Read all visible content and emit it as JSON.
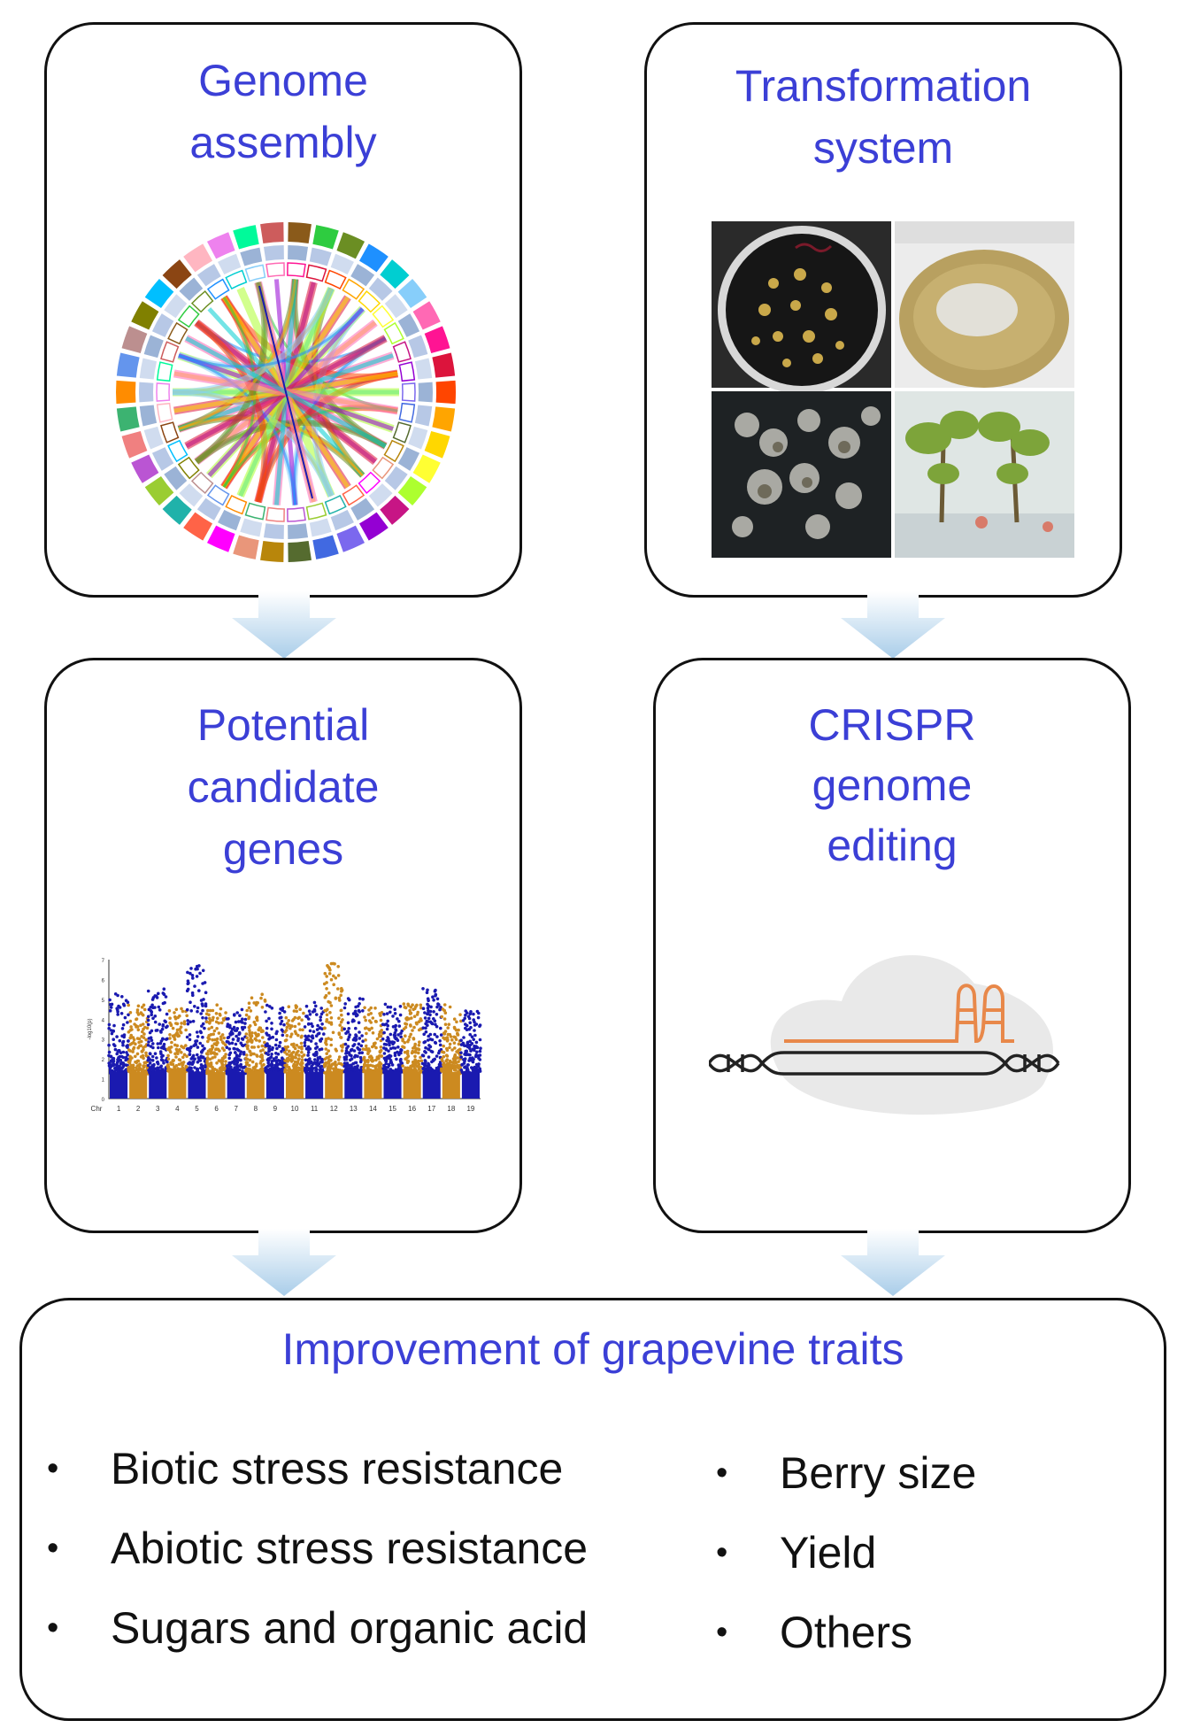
{
  "boxes": {
    "genome_assembly": {
      "title_lines": [
        "Genome",
        "assembly"
      ]
    },
    "transformation_system": {
      "title_lines": [
        "Transformation",
        "system"
      ]
    },
    "candidate_genes": {
      "title_lines": [
        "Potential",
        "candidate",
        "genes"
      ]
    },
    "crispr": {
      "title_lines": [
        "CRISPR",
        "genome",
        "editing"
      ]
    },
    "improvement": {
      "title": "Improvement of grapevine traits",
      "left_items": [
        "Biotic stress resistance",
        "Abiotic stress resistance",
        "Sugars and organic acid"
      ],
      "right_items": [
        "Berry size",
        "Yield",
        "Others"
      ],
      "bullet": "•"
    }
  },
  "colors": {
    "title": "#3b3fd6",
    "arrow": "#bcd8ee",
    "manhattan_blue": "#1a1ab0",
    "manhattan_orange": "#cc8a20",
    "sgrna": "#e8884a"
  },
  "manhattan": {
    "x_labels": [
      "Chr",
      "1",
      "2",
      "3",
      "4",
      "5",
      "6",
      "7",
      "8",
      "9",
      "10",
      "11",
      "12",
      "13",
      "14",
      "15",
      "16",
      "17",
      "18",
      "19"
    ],
    "y_label": "-log10(p)",
    "y_ticks": [
      "0",
      "1",
      "2",
      "3",
      "4",
      "5",
      "6",
      "7"
    ]
  }
}
